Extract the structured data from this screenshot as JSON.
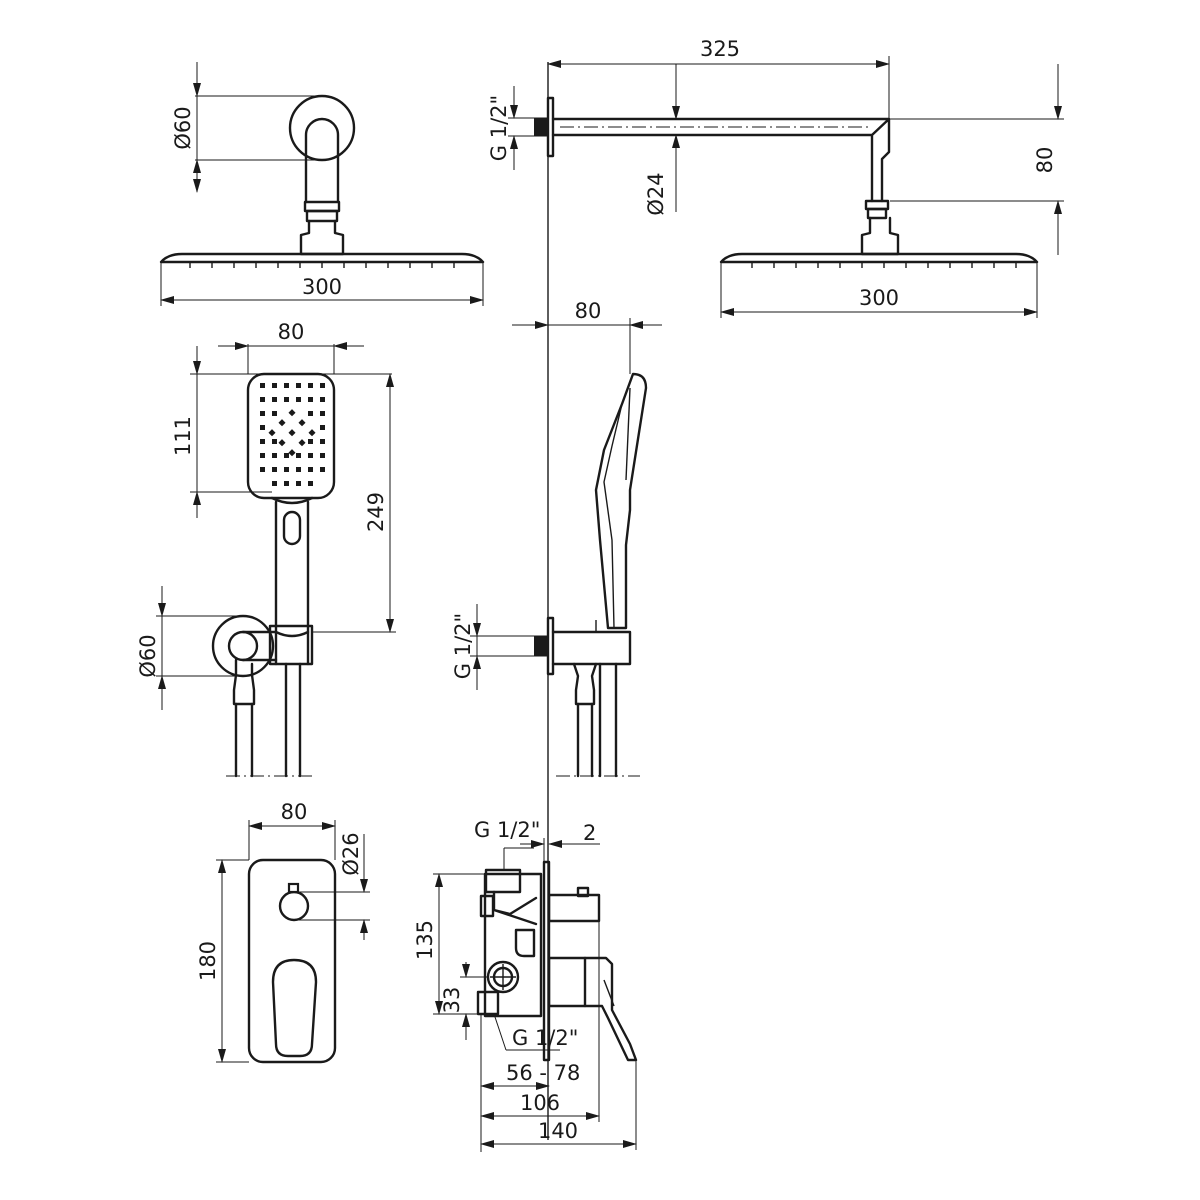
{
  "dimensions": {
    "top_diameter_60": "Ø60",
    "head_width_300": "300",
    "arm_length_325": "325",
    "inlet_thread_top": "G 1/2\"",
    "arm_diameter_24": "Ø24",
    "arm_drop_80": "80",
    "side_head_width_300": "300",
    "hand_width_80": "80",
    "hand_head_111": "111",
    "hand_length_249": "249",
    "holder_diameter_60": "Ø60",
    "side_hand_depth_80": "80",
    "holder_thread": "G 1/2\"",
    "plate_width_80": "80",
    "knob_diameter_26": "Ø26",
    "plate_height_180": "180",
    "valve_inlet_thread": "G 1/2\"",
    "plate_offset_2": "2",
    "valve_height_135": "135",
    "valve_offset_33": "33",
    "valve_outlet_thread": "G 1/2\"",
    "depth_range": "56 - 78",
    "depth_106": "106",
    "depth_140": "140"
  }
}
